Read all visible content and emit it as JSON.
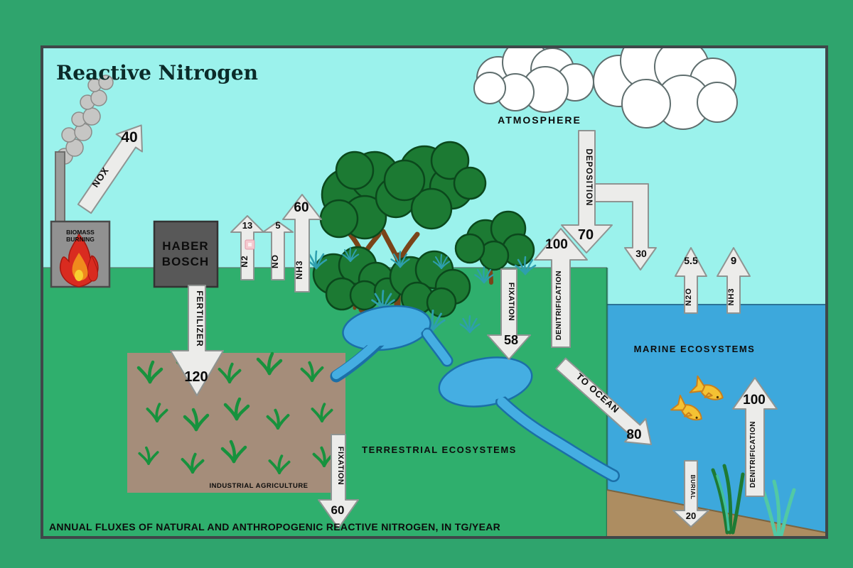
{
  "title": "Reactive Nitrogen",
  "caption": "ANNUAL FLUXES OF NATURAL AND ANTHROPOGENIC REACTIVE NITROGEN, IN TG/YEAR",
  "units": "TG/YEAR",
  "regions": {
    "atmosphere": "ATMOSPHERE",
    "marine": "MARINE ECOSYSTEMS",
    "terrestrial": "TERRESTRIAL ECOSYSTEMS",
    "agriculture": "INDUSTRIAL AGRICULTURE"
  },
  "boxes": {
    "biomass": {
      "line1": "BIOMASS",
      "line2": "BURNING"
    },
    "haber": {
      "line1": "HABER",
      "line2": "BOSCH"
    }
  },
  "fluxes": {
    "nox": {
      "label": "NOX",
      "value": "40"
    },
    "n2": {
      "label": "N2",
      "value": "13"
    },
    "no": {
      "label": "NO",
      "value": "5"
    },
    "nh3_land": {
      "label": "NH3",
      "value": "60"
    },
    "fertilizer": {
      "label": "FERTILIZER",
      "value": "120"
    },
    "deposition_land": {
      "label": "DEPOSITION",
      "value": "70"
    },
    "deposition_ocean": {
      "value": "30"
    },
    "denitrification_land": {
      "label": "DENITRIFICATION",
      "value": "100"
    },
    "fixation_forest": {
      "label": "FIXATION",
      "value": "58"
    },
    "fixation_agriculture": {
      "label": "FIXATION",
      "value": "60"
    },
    "to_ocean": {
      "label": "TO OCEAN",
      "value": "80"
    },
    "n2o_ocean": {
      "label": "N2O",
      "value": "5.5"
    },
    "nh3_ocean": {
      "label": "NH3",
      "value": "9"
    },
    "denitrification_ocean": {
      "label": "DENITRIFICATION",
      "value": "100"
    },
    "burial": {
      "label": "BURIAL",
      "value": "20"
    }
  },
  "colors": {
    "page_bg": "#2FA46D",
    "sky": "#9BF2EC",
    "land": "#2FAF6D",
    "ocean": "#3DA8DC",
    "water_light": "#45AEE2",
    "sand": "#AD8D61",
    "field": "#A58D7A",
    "arrow_fill": "#ECECEA",
    "arrow_stroke": "#8F9492",
    "tree": "#1C7A33",
    "trunk": "#7A4419",
    "smoke": "#C6C6C4",
    "box_dark": "#585858",
    "box_gray": "#919191",
    "fire_red": "#D92B20",
    "fire_orange": "#F08A1D",
    "fish": "#F4C233",
    "seaweed_green": "#1E7A34",
    "seaweed_teal": "#52C9A4",
    "frame": "#3F4749"
  }
}
